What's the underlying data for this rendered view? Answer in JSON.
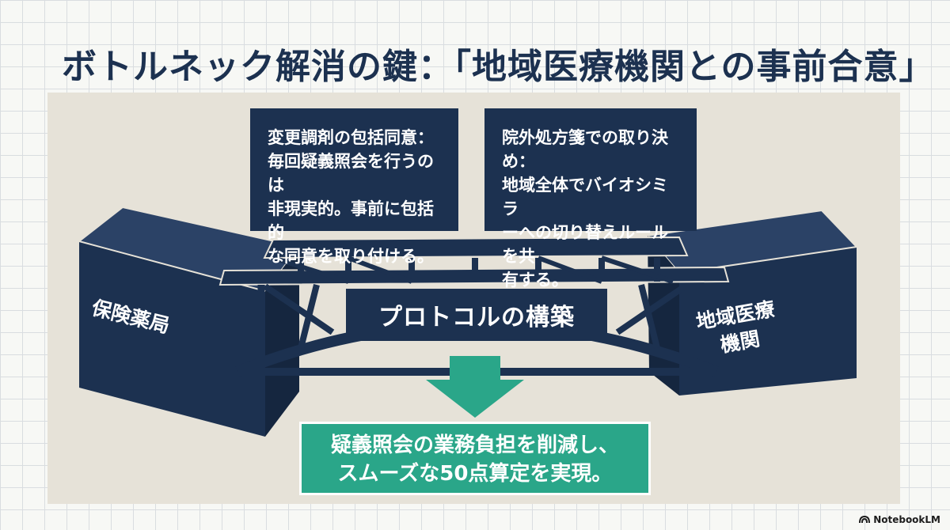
{
  "slide": {
    "title": "ボトルネック解消の鍵：「地域医療機関との事前合意」",
    "callout_left": "変更調剤の包括同意：\n毎回疑義照会を行うのは\n非現実的。事前に包括的\nな同意を取り付ける。",
    "callout_right": "院外処方箋での取り決め：\n地域全体でバイオシミラ\nーへの切り替えルールを共\n有する。",
    "bridge_label": "プロトコルの構築",
    "left_block": "保険薬局",
    "right_block": "地域医療\n機関",
    "result": "疑義照会の業務負担を削減し、\nスムーズな50点算定を実現。",
    "brand": "NotebookLM"
  },
  "colors": {
    "navy": "#1c3150",
    "teal": "#2aa689",
    "panel": "#e6e2d8"
  },
  "icons": [
    "down-arrow-icon",
    "notebooklm-logo-icon"
  ]
}
